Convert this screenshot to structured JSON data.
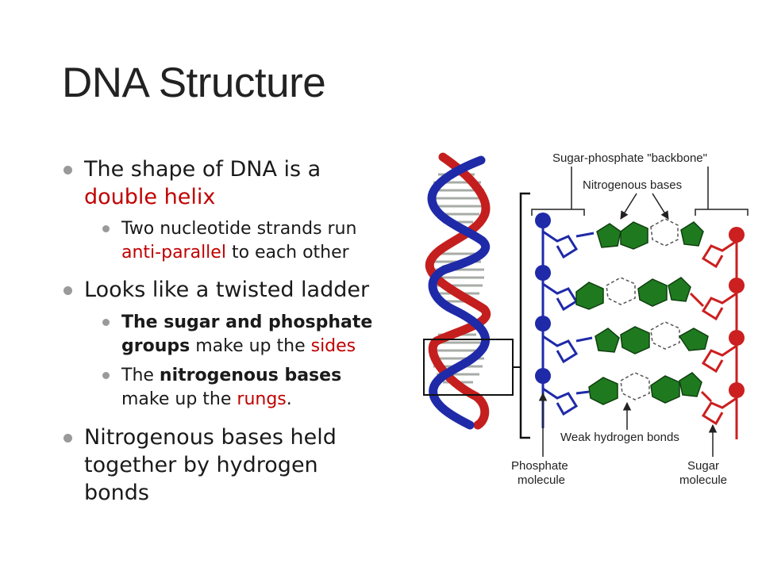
{
  "title": "DNA Structure",
  "bullets": {
    "b1": {
      "t1": "The shape of DNA is a",
      "t2": "double helix"
    },
    "b1_sub": {
      "t1": "Two nucleotide strands run",
      "t2": "anti-parallel",
      "t3": " to each other"
    },
    "b2": {
      "t1": "Looks like a twisted ladder"
    },
    "b2_sub1": {
      "t1": "The sugar and phosphate",
      "t2": "groups",
      "t3": " make up the ",
      "t4": "sides"
    },
    "b2_sub2": {
      "t1": "The ",
      "t2": "nitrogenous bases",
      "t3": "make up the ",
      "t4": "rungs",
      "t5": "."
    },
    "b3": {
      "t1": "Nitrogenous bases held",
      "t2": "together by hydrogen",
      "t3": "bonds"
    }
  },
  "diagram": {
    "labels": {
      "backbone": "Sugar-phosphate \"backbone\"",
      "bases": "Nitrogenous bases",
      "hbonds": "Weak hydrogen bonds",
      "phosphate1": "Phosphate",
      "phosphate2": "molecule",
      "sugar1": "Sugar",
      "sugar2": "molecule"
    },
    "colors": {
      "blue_strand": "#1f1fa8",
      "red_strand": "#cc1f1f",
      "base_green": "#1f7a1f",
      "rung": "#9aa09a"
    }
  }
}
